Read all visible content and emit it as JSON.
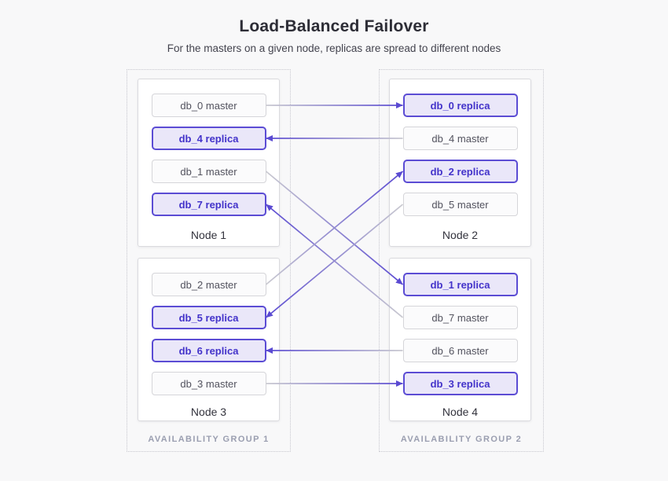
{
  "header": {
    "title": "Load-Balanced Failover",
    "subtitle": "For the masters on a given node, replicas are spread to different nodes"
  },
  "colors": {
    "accent": "#5b4cd4",
    "replica_bg": "#eae7f9",
    "replica_text": "#4333ca",
    "master_text": "#52525e",
    "line_start": "#c9c9d0",
    "line_end": "#5a4ad2"
  },
  "groups": [
    {
      "label": "AVAILABILITY GROUP 1",
      "nodes": [
        {
          "id": "node1",
          "label": "Node 1",
          "items": [
            {
              "db": "db_0",
              "role": "master",
              "label": "db_0 master"
            },
            {
              "db": "db_4",
              "role": "replica",
              "label": "db_4 replica"
            },
            {
              "db": "db_1",
              "role": "master",
              "label": "db_1 master"
            },
            {
              "db": "db_7",
              "role": "replica",
              "label": "db_7 replica"
            }
          ]
        },
        {
          "id": "node3",
          "label": "Node 3",
          "items": [
            {
              "db": "db_2",
              "role": "master",
              "label": "db_2 master"
            },
            {
              "db": "db_5",
              "role": "replica",
              "label": "db_5 replica"
            },
            {
              "db": "db_6",
              "role": "replica",
              "label": "db_6 replica"
            },
            {
              "db": "db_3",
              "role": "master",
              "label": "db_3 master"
            }
          ]
        }
      ]
    },
    {
      "label": "AVAILABILITY GROUP 2",
      "nodes": [
        {
          "id": "node2",
          "label": "Node 2",
          "items": [
            {
              "db": "db_0",
              "role": "replica",
              "label": "db_0 replica"
            },
            {
              "db": "db_4",
              "role": "master",
              "label": "db_4 master"
            },
            {
              "db": "db_2",
              "role": "replica",
              "label": "db_2 replica"
            },
            {
              "db": "db_5",
              "role": "master",
              "label": "db_5 master"
            }
          ]
        },
        {
          "id": "node4",
          "label": "Node 4",
          "items": [
            {
              "db": "db_1",
              "role": "replica",
              "label": "db_1 replica"
            },
            {
              "db": "db_7",
              "role": "master",
              "label": "db_7 master"
            },
            {
              "db": "db_6",
              "role": "master",
              "label": "db_6 master"
            },
            {
              "db": "db_3",
              "role": "replica",
              "label": "db_3 replica"
            }
          ]
        }
      ]
    }
  ],
  "connections": [
    {
      "db": "db_0",
      "from": "node1",
      "to": "node2"
    },
    {
      "db": "db_4",
      "from": "node2",
      "to": "node1"
    },
    {
      "db": "db_1",
      "from": "node1",
      "to": "node4"
    },
    {
      "db": "db_7",
      "from": "node4",
      "to": "node1"
    },
    {
      "db": "db_2",
      "from": "node3",
      "to": "node2"
    },
    {
      "db": "db_5",
      "from": "node2",
      "to": "node3"
    },
    {
      "db": "db_6",
      "from": "node4",
      "to": "node3"
    },
    {
      "db": "db_3",
      "from": "node3",
      "to": "node4"
    }
  ]
}
